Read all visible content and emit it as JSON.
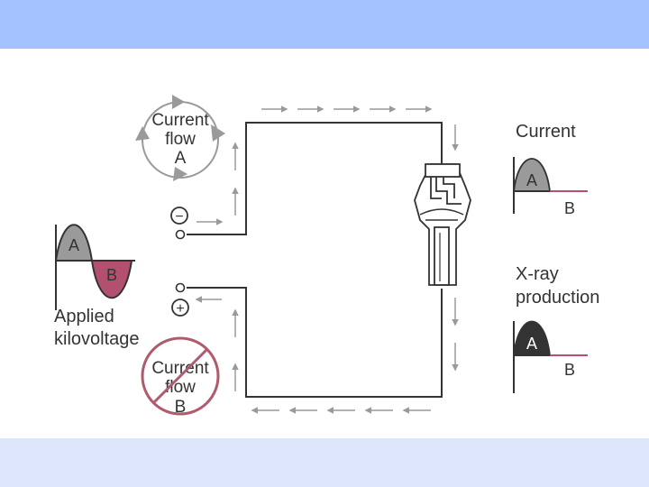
{
  "current_flow_a": {
    "line1": "Current",
    "line2": "flow",
    "line3": "A"
  },
  "current_flow_b": {
    "line1": "Current",
    "line2": "flow",
    "line3": "B"
  },
  "terminals": {
    "negative": "−",
    "positive": "+"
  },
  "applied_waveform": {
    "label_a": "A",
    "label_b": "B",
    "caption_line1": "Applied",
    "caption_line2": "kilovoltage"
  },
  "current_graph": {
    "title": "Current",
    "label_a": "A",
    "label_b": "B"
  },
  "xray_graph": {
    "title_line1": "X-ray",
    "title_line2": "production",
    "label_a": "A",
    "label_b": "B"
  },
  "colors": {
    "header_band": "#a4c2ff",
    "footer_band": "#dde6fb",
    "phase_a_fill": "#9a9a9a",
    "phase_b_fill": "#b3506f",
    "xray_fill": "#333333",
    "prohibit_red": "#b05a6d",
    "arrow_gray": "#9a9a9a"
  }
}
